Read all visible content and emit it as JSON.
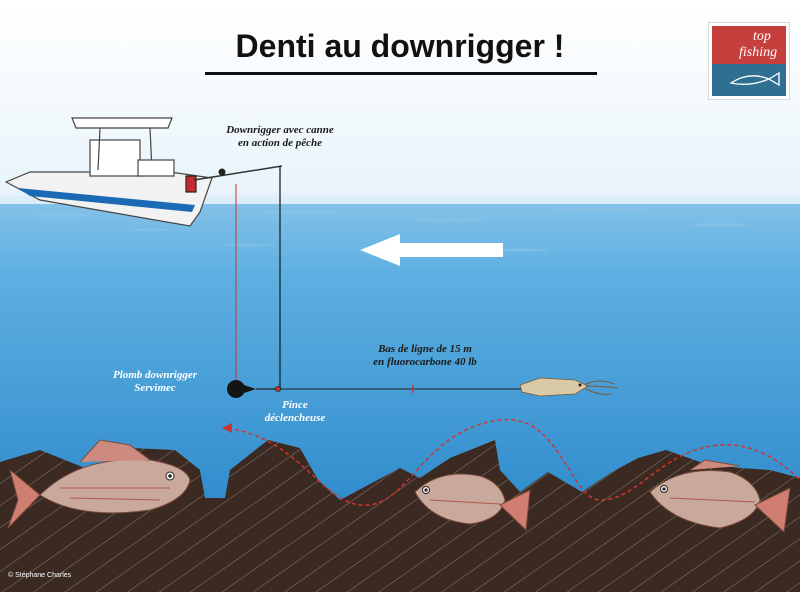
{
  "title": "Denti au downrigger !",
  "logo": {
    "line1": "top",
    "line2": "fishing",
    "colors": {
      "top": "#c73f3c",
      "bottom": "#2f6f92"
    }
  },
  "labels": {
    "downrigger_line1": "Downrigger avec canne",
    "downrigger_line2": "en action de pêche",
    "leader_line1": "Bas de ligne de 15 m",
    "leader_line2": "en fluorocarbone 40 lb",
    "weight_line1": "Plomb downrigger",
    "weight_line2": "Servimec",
    "clip_line1": "Pince",
    "clip_line2": "déclencheuse"
  },
  "credit": "© Stéphane Charles",
  "colors": {
    "sky": "#ffffff",
    "water_top": "#cfe6f5",
    "water_deep": "#2f8fd0",
    "seabed": "#3b2a22",
    "trajectory": "#d0342c",
    "arrow": "#ffffff"
  },
  "icons": [
    "boat-icon",
    "downrigger-weight-icon",
    "squid-lure-icon",
    "fish-icon",
    "current-arrow-icon"
  ]
}
